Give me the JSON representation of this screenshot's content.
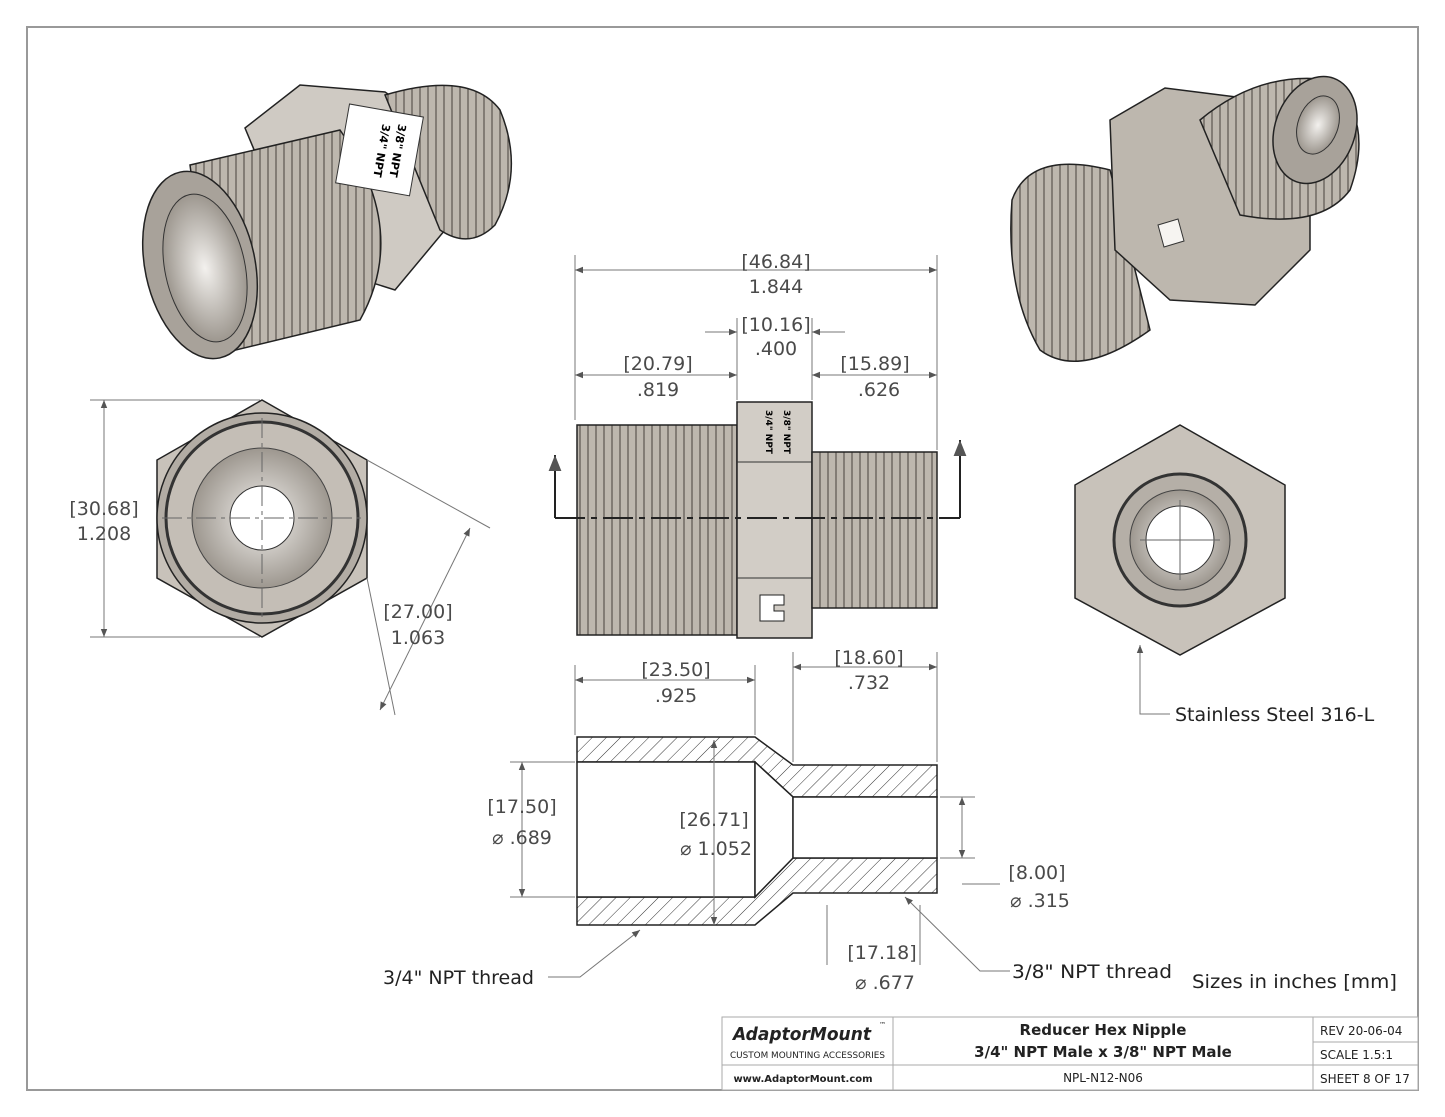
{
  "title_block": {
    "brand": "AdaptorMount",
    "brand_tm": "™",
    "tagline": "CUSTOM MOUNTING ACCESSORIES",
    "website": "www.AdaptorMount.com",
    "title_line1": "Reducer Hex Nipple",
    "title_line2": "3/4\" NPT Male x 3/8\" NPT Male",
    "part_number": "NPL-N12-N06",
    "revision": "REV 20-06-04",
    "scale": "SCALE 1.5:1",
    "sheet": "SHEET 8 OF 17"
  },
  "dimensions": {
    "overall_length": {
      "mm": "[46.84]",
      "in": "1.844"
    },
    "hex_width": {
      "mm": "[10.16]",
      "in": ".400"
    },
    "large_thread_length": {
      "mm": "[20.79]",
      "in": ".819"
    },
    "small_thread_length": {
      "mm": "[15.89]",
      "in": ".626"
    },
    "hex_across_corners": {
      "mm": "[30.68]",
      "in": "1.208"
    },
    "hex_across_flats": {
      "mm": "[27.00]",
      "in": "1.063"
    },
    "large_bore_depth": {
      "mm": "[23.50]",
      "in": ".925"
    },
    "small_section_length": {
      "mm": "[18.60]",
      "in": ".732"
    },
    "large_bore_dia": {
      "mm": "[17.50]",
      "in": "⌀ .689"
    },
    "large_thread_dia": {
      "mm": "[26.71]",
      "in": "⌀ 1.052"
    },
    "small_bore_dia": {
      "mm": "[8.00]",
      "in": "⌀ .315"
    },
    "small_thread_dia": {
      "mm": "[17.18]",
      "in": "⌀ .677"
    }
  },
  "notes": {
    "large_thread": "3/4\" NPT thread",
    "small_thread": "3/8\" NPT thread",
    "units": "Sizes in inches [mm]",
    "material": "Stainless Steel 316-L"
  },
  "engraving": {
    "line1": "3/4\" NPT",
    "line2": "3/8\" NPT"
  },
  "colors": {
    "metal": "#b9b3ab",
    "metal_dark": "#8e8880",
    "metal_light": "#e6e2dc",
    "section": "#ffffff"
  }
}
